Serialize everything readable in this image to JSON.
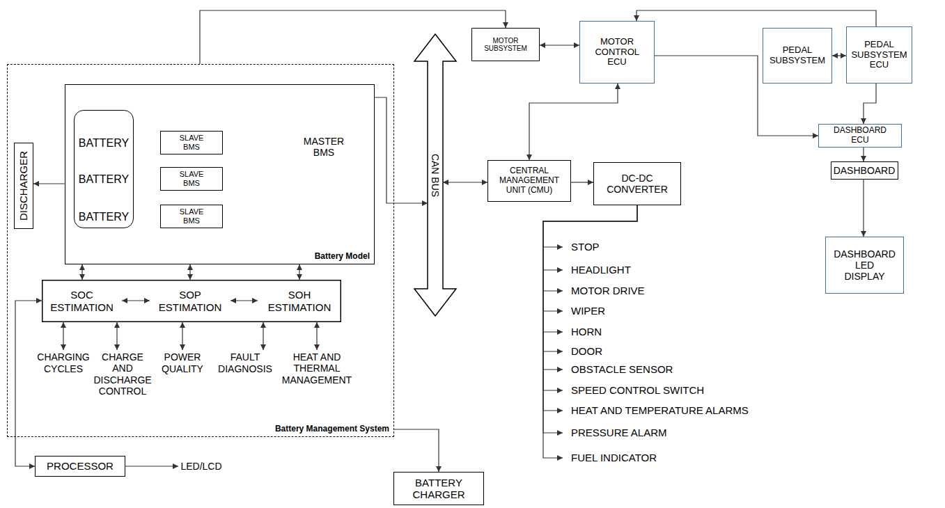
{
  "diagram": {
    "nodes": [
      {
        "text": [
          "Battery Management System"
        ]
      },
      {
        "text": [
          "Battery Model"
        ],
        "in": 0
      },
      {
        "text": [
          "DISCHARGER"
        ],
        "in": 0
      },
      {
        "text": [
          "BATTERY",
          "BATTERY",
          "BATTERY"
        ],
        "in": 1
      },
      {
        "text": [
          "SLAVE BMS"
        ],
        "in": 1
      },
      {
        "text": [
          "SLAVE BMS"
        ],
        "in": 1
      },
      {
        "text": [
          "SLAVE BMS"
        ],
        "in": 1
      },
      {
        "text": [
          "MASTER BMS"
        ],
        "in": 1
      },
      {
        "text": [
          "SOC ESTIMATION"
        ],
        "in": 0
      },
      {
        "text": [
          "SOP ESTIMATION"
        ],
        "in": 0
      },
      {
        "text": [
          "SOH ESTIMATION"
        ],
        "in": 0
      },
      {
        "text": [
          "CHARGING CYCLES"
        ],
        "in": 0
      },
      {
        "text": [
          "CHARGE AND DISCHARGE CONTROL"
        ],
        "in": 0
      },
      {
        "text": [
          "POWER QUALITY"
        ],
        "in": 0
      },
      {
        "text": [
          "FAULT DIAGNOSIS"
        ],
        "in": 0
      },
      {
        "text": [
          "HEAT AND THERMAL MANAGEMENT"
        ],
        "in": 0
      },
      {
        "text": [
          "PROCESSOR"
        ]
      },
      {
        "text": [
          "LED/LCD"
        ]
      },
      {
        "text": [
          "BATTERY CHARGER"
        ]
      },
      {
        "text": [
          "CAN BUS"
        ]
      },
      {
        "text": [
          "MOTOR SUBSYSTEM"
        ]
      },
      {
        "text": [
          "MOTOR CONTROL ECU"
        ]
      },
      {
        "text": [
          "PEDAL SUBSYSTEM"
        ]
      },
      {
        "text": [
          "PEDAL SUBSYSTEM ECU"
        ]
      },
      {
        "text": [
          "CENTRAL MANAGEMENT UNIT (CMU)"
        ]
      },
      {
        "text": [
          "DC-DC CONVERTER"
        ]
      },
      {
        "text": [
          "DASHBOARD ECU"
        ]
      },
      {
        "text": [
          "DASHBOARD"
        ]
      },
      {
        "text": [
          "DASHBOARD LED DISPLAY"
        ]
      },
      {
        "text": [
          "STOP"
        ]
      },
      {
        "text": [
          "HEADLIGHT"
        ]
      },
      {
        "text": [
          "MOTOR DRIVE"
        ]
      },
      {
        "text": [
          "WIPER"
        ]
      },
      {
        "text": [
          "HORN"
        ]
      },
      {
        "text": [
          "DOOR"
        ]
      },
      {
        "text": [
          "OBSTACLE SENSOR"
        ]
      },
      {
        "text": [
          "SPEED CONTROL SWITCH"
        ]
      },
      {
        "text": [
          "HEAT AND TEMPERATURE ALARMS"
        ]
      },
      {
        "text": [
          "PRESSURE ALARM"
        ]
      },
      {
        "text": [
          "FUEL INDICATOR"
        ]
      }
    ],
    "edges": [
      {
        "from": 2,
        "to": 3,
        "arrow": "both"
      },
      {
        "from": 3,
        "to": 4,
        "arrow": "both"
      },
      {
        "from": 3,
        "to": 5,
        "arrow": "both"
      },
      {
        "from": 3,
        "to": 6,
        "arrow": "both"
      },
      {
        "from": 4,
        "to": 7,
        "arrow": "to"
      },
      {
        "from": 4,
        "to": 5,
        "arrow": "both"
      },
      {
        "from": 5,
        "to": 6,
        "arrow": "to"
      },
      {
        "from": 7,
        "to": 19,
        "arrow": "both"
      },
      {
        "from": 1,
        "to": 8,
        "arrow": "both"
      },
      {
        "from": 1,
        "to": 9,
        "arrow": "both"
      },
      {
        "from": 1,
        "to": 10,
        "arrow": "both"
      },
      {
        "from": 8,
        "to": 9,
        "arrow": "both"
      },
      {
        "from": 9,
        "to": 10,
        "arrow": "both"
      },
      {
        "from": 8,
        "to": 11,
        "arrow": "both"
      },
      {
        "from": 8,
        "to": 12,
        "arrow": "both"
      },
      {
        "from": 9,
        "to": 13,
        "arrow": "both"
      },
      {
        "from": 10,
        "to": 14,
        "arrow": "both"
      },
      {
        "from": 10,
        "to": 15,
        "arrow": "both"
      },
      {
        "from": 8,
        "to": 16,
        "arrow": "both"
      },
      {
        "from": 16,
        "to": 17,
        "arrow": "to"
      },
      {
        "from": 0,
        "to": 18,
        "arrow": "to"
      },
      {
        "from": 0,
        "to": 20,
        "arrow": "to"
      },
      {
        "from": 19,
        "to": 24,
        "arrow": "both"
      },
      {
        "from": 20,
        "to": 21,
        "arrow": "both"
      },
      {
        "from": 22,
        "to": 23,
        "arrow": "both"
      },
      {
        "from": 23,
        "to": 21,
        "arrow": "to"
      },
      {
        "from": 21,
        "to": 24,
        "arrow": "both"
      },
      {
        "from": 21,
        "to": 26,
        "arrow": "to"
      },
      {
        "from": 23,
        "to": 26,
        "arrow": "to"
      },
      {
        "from": 26,
        "to": 27,
        "arrow": "to"
      },
      {
        "from": 27,
        "to": 28,
        "arrow": "to"
      },
      {
        "from": 24,
        "to": 25,
        "arrow": "to"
      },
      {
        "from": 25,
        "to": 29,
        "arrow": "to"
      },
      {
        "from": 25,
        "to": 30,
        "arrow": "to"
      },
      {
        "from": 25,
        "to": 31,
        "arrow": "to"
      },
      {
        "from": 25,
        "to": 32,
        "arrow": "to"
      },
      {
        "from": 25,
        "to": 33,
        "arrow": "to"
      },
      {
        "from": 25,
        "to": 34,
        "arrow": "to"
      },
      {
        "from": 25,
        "to": 35,
        "arrow": "to"
      },
      {
        "from": 25,
        "to": 36,
        "arrow": "to"
      },
      {
        "from": 25,
        "to": 37,
        "arrow": "to"
      },
      {
        "from": 25,
        "to": 38,
        "arrow": "to"
      },
      {
        "from": 25,
        "to": 39,
        "arrow": "to"
      }
    ]
  }
}
